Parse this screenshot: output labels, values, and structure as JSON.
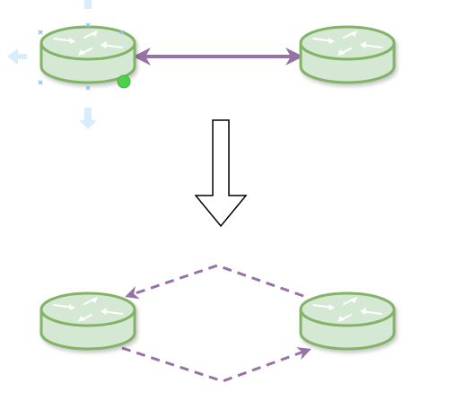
{
  "diagram": {
    "routers": [
      {
        "id": "router-top-left",
        "selected": true
      },
      {
        "id": "router-top-right",
        "selected": false
      },
      {
        "id": "router-bottom-left",
        "selected": false
      },
      {
        "id": "router-bottom-right",
        "selected": false
      }
    ],
    "connectors": [
      {
        "id": "bidirectional-link",
        "from": "router-top-left",
        "to": "router-top-right",
        "style": "solid",
        "arrows": "both"
      },
      {
        "id": "dashed-upper-path",
        "from": "router-bottom-right",
        "to": "router-bottom-left",
        "style": "dashed",
        "arrows": "end"
      },
      {
        "id": "dashed-lower-path",
        "from": "router-bottom-left",
        "to": "router-bottom-right",
        "style": "dashed",
        "arrows": "end"
      }
    ],
    "transition_arrow": {
      "direction": "down",
      "style": "outline"
    }
  },
  "colors": {
    "router_fill": "#d5e8d4",
    "router_stroke": "#82b366",
    "router_glyph": "#ffffff",
    "connector": "#9673a6",
    "selection_handle": "#4dd14d",
    "selection_hint": "#cfe7fb",
    "arrow_outline": "#000000"
  }
}
